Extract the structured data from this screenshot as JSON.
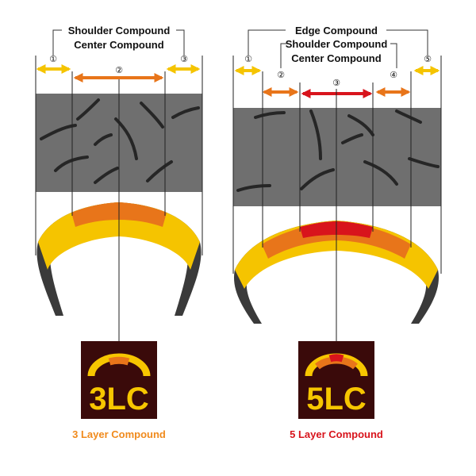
{
  "colors": {
    "yellow": "#f5c400",
    "orange": "#e8751a",
    "red": "#d8141c",
    "tread_gray": "#6f6f6f",
    "casing": "#3a3a3a",
    "badge_bg": "#3a0a0a",
    "badge_text": "#f7c600",
    "caption_3lc": "#f08a1c",
    "caption_5lc": "#d8141c"
  },
  "left": {
    "label_shoulder": "Shoulder Compound",
    "label_center": "Center Compound",
    "markers": [
      "①",
      "②",
      "③"
    ],
    "badge": "3LC",
    "caption": "3 Layer Compound"
  },
  "right": {
    "label_edge": "Edge Compound",
    "label_shoulder": "Shoulder Compound",
    "label_center": "Center Compound",
    "markers": [
      "①",
      "②",
      "③",
      "④",
      "⑤"
    ],
    "badge": "5LC",
    "caption": "5 Layer Compound"
  }
}
